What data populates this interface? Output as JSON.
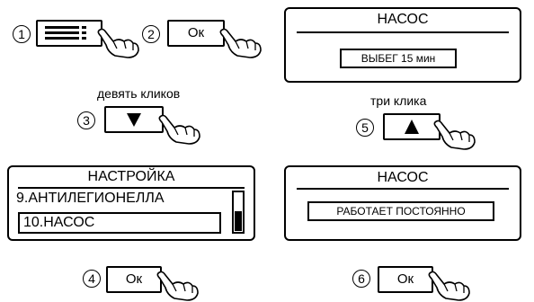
{
  "header_partial": "",
  "steps": {
    "s1": {
      "num": "1",
      "icon": "menu-icon"
    },
    "s2": {
      "num": "2",
      "button": "Ок"
    },
    "s3": {
      "num": "3",
      "hint": "девять кликов",
      "icon": "down-arrow-icon"
    },
    "s4": {
      "num": "4",
      "button": "Ок"
    },
    "s5": {
      "num": "5",
      "hint": "три  клика",
      "icon": "up-arrow-icon"
    },
    "s6": {
      "num": "6",
      "button": "Ок"
    }
  },
  "screens": {
    "pump_runout": {
      "title": "НАСОС",
      "value": "ВЫБЕГ   15 мин"
    },
    "settings": {
      "title": "НАСТРОЙКА",
      "item_9": "9.АНТИЛЕГИОНЕЛЛА",
      "item_10": "10.НАСОС",
      "scroll_position": 0.55
    },
    "pump_continuous": {
      "title": "НАСОС",
      "value": "РАБОТАЕТ ПОСТОЯННО"
    }
  }
}
